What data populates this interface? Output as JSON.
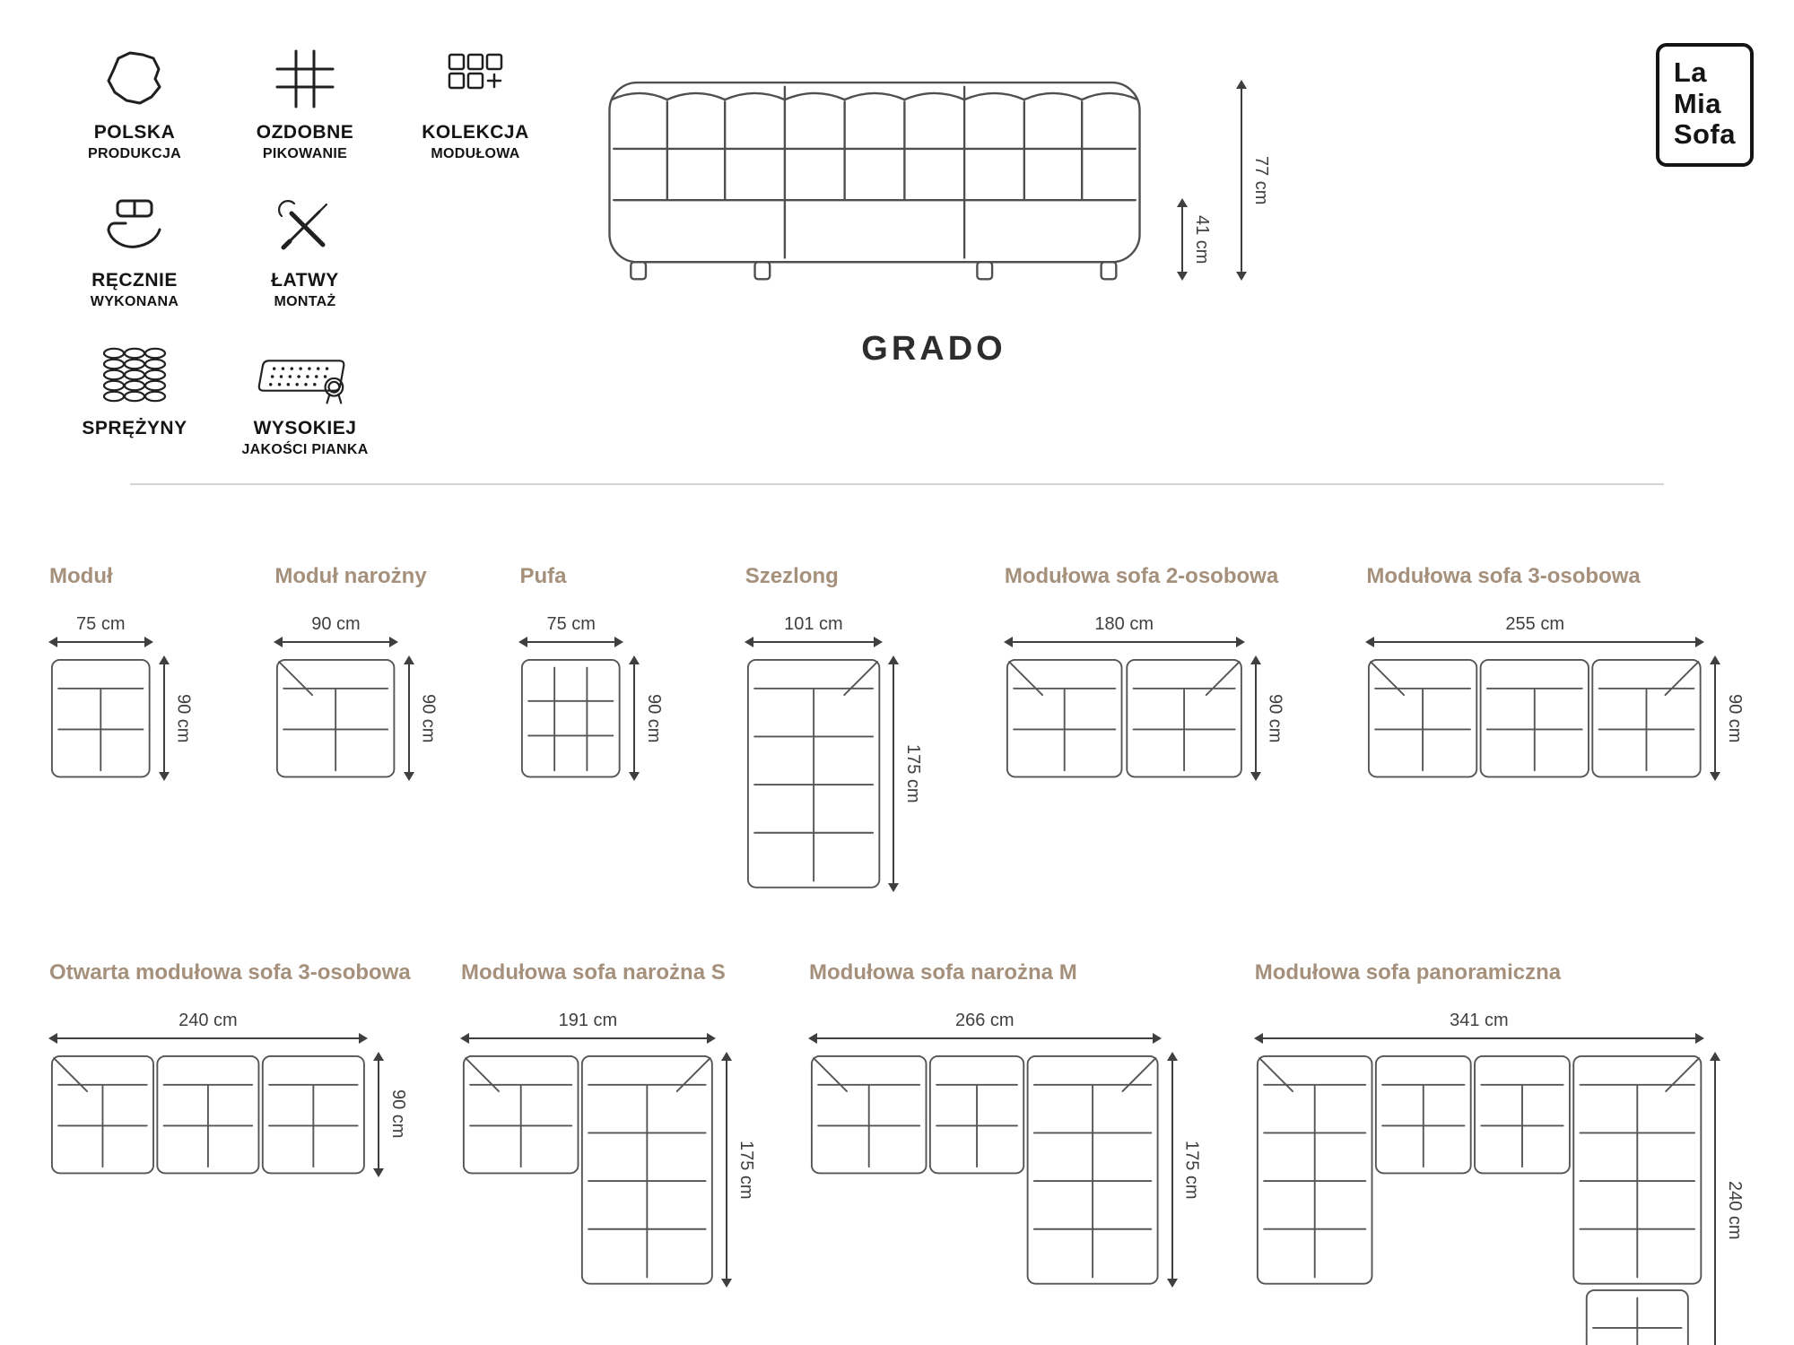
{
  "brand": {
    "line1": "La",
    "line2": "Mia",
    "line3": "Sofa"
  },
  "product": {
    "title": "GRADO",
    "overall_height": "77 cm",
    "seat_height": "41 cm"
  },
  "features": [
    {
      "icon": "poland-map-icon",
      "line1": "POLSKA",
      "line2": "PRODUKCJA"
    },
    {
      "icon": "quilting-grid-icon",
      "line1": "OZDOBNE",
      "line2": "PIKOWANIE"
    },
    {
      "icon": "modular-collection-icon",
      "line1": "KOLEKCJA",
      "line2": "MODUŁOWA"
    },
    {
      "icon": "handmade-icon",
      "line1": "RĘCZNIE",
      "line2": "WYKONANA"
    },
    {
      "icon": "easy-assembly-icon",
      "line1": "ŁATWY",
      "line2": "MONTAŻ"
    },
    {
      "icon": "springs-icon",
      "line1": "SPRĘŻYNY",
      "line2": ""
    },
    {
      "icon": "high-quality-foam-icon",
      "line1": "WYSOKIEJ",
      "line2": "JAKOŚCI PIANKA"
    }
  ],
  "modules": [
    {
      "title": "Moduł",
      "width": "75 cm",
      "height": "90 cm",
      "shape": "single"
    },
    {
      "title": "Moduł narożny",
      "width": "90 cm",
      "height": "90 cm",
      "shape": "corner"
    },
    {
      "title": "Pufa",
      "width": "75 cm",
      "height": "90 cm",
      "shape": "pouf"
    },
    {
      "title": "Szezlong",
      "width": "101 cm",
      "height": "175 cm",
      "shape": "chaise"
    },
    {
      "title": "Modułowa sofa 2-osobowa",
      "width": "180 cm",
      "height": "90 cm",
      "shape": "sofa2"
    },
    {
      "title": "Modułowa sofa 3-osobowa",
      "width": "255 cm",
      "height": "90 cm",
      "shape": "sofa3"
    },
    {
      "title": "Otwarta modułowa sofa 3-osobowa",
      "width": "240 cm",
      "height": "90 cm",
      "shape": "open3"
    },
    {
      "title": "Modułowa sofa narożna S",
      "width": "191 cm",
      "height": "175 cm",
      "shape": "cornerL_S"
    },
    {
      "title": "Modułowa sofa narożna M",
      "width": "266 cm",
      "height": "175 cm",
      "shape": "cornerL_M"
    },
    {
      "title": "Modułowa sofa panoramiczna",
      "width": "341 cm",
      "height": "240 cm",
      "shape": "panoramic"
    }
  ],
  "colors": {
    "accent": "#a5907c",
    "line_art": "#4f4f4f",
    "dimension": "#3f3f3f",
    "text": "#1d1d1d",
    "divider": "#d4d4d4"
  }
}
